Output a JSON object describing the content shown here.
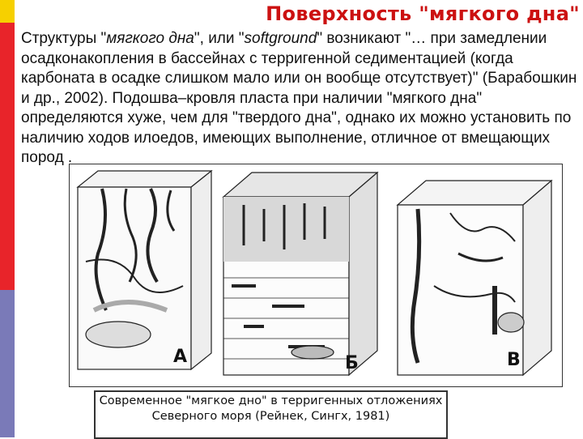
{
  "slide": {
    "title": "Поверхность \"мягкого дна\"",
    "body_parts": {
      "p1": "Структуры \"",
      "p2": "мягкого дна",
      "p3": "\", или \"",
      "p4": "softground",
      "p5": "\" возникают \"… при замедлении осадконакопления в бассейнах с терригенной седиментацией (когда карбоната в осадке слишком мало или он вообще отсутствует)\" (Барабошкин и др., 2002). Подошва–кровля пласта при  наличии \"мягкого дна\" определяются хуже, чем для \"твердого дна\", однако их можно установить по наличию ходов илоедов, имеющих выполнение, отличное от вмещающих пород ."
    },
    "figure": {
      "label_a": "А",
      "label_b": "Б",
      "label_v": "В"
    },
    "caption": "Современное \"мягкое дно\" в терригенных отложениях Северного моря (Рейнек, Сингх, 1981)"
  },
  "colors": {
    "title": "#cc1111",
    "bar_red": "#e8242a",
    "bar_yellow": "#f6d000",
    "bar_blue": "#7a7ab8"
  }
}
